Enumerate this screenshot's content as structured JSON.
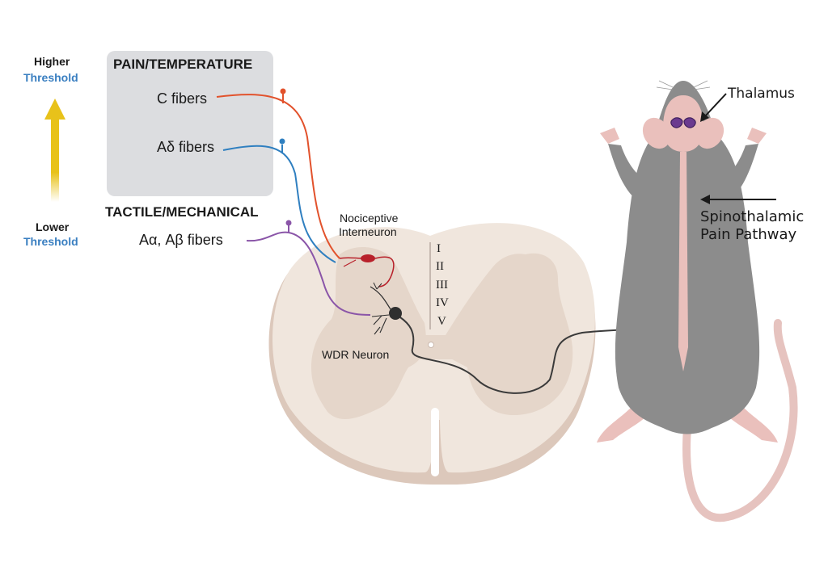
{
  "threshold": {
    "higher_label": "Higher",
    "higher_sub": "Threshold",
    "lower_label": "Lower",
    "lower_sub": "Threshold",
    "arrow_color": "#e8c21a"
  },
  "pain_panel": {
    "title": "PAIN/TEMPERATURE",
    "fibers": [
      {
        "label": "C fibers",
        "color": "#e2522c"
      },
      {
        "label": "Aδ fibers",
        "color": "#2f7fc0"
      }
    ]
  },
  "tactile": {
    "title": "TACTILE/MECHANICAL",
    "fiber": {
      "label": "Aα, Aβ fibers",
      "color": "#8a55a8"
    }
  },
  "spinal_cord": {
    "interneuron_label_line1": "Nociceptive",
    "interneuron_label_line2": "Interneuron",
    "wdr_label": "WDR Neuron",
    "laminae": [
      "I",
      "II",
      "III",
      "IV",
      "V"
    ],
    "white_matter_color": "#f0e6dd",
    "gray_matter_color": "#e5d6ca",
    "interneuron_color": "#b8202a",
    "wdr_color": "#2f2f2f"
  },
  "mouse": {
    "thalamus_label": "Thalamus",
    "pathway_label_line1": "Spinothalamic",
    "pathway_label_line2": "Pain Pathway",
    "fur_color": "#8c8c8c",
    "skin_color": "#eac0bc",
    "thalamus_color": "#6b3a8f"
  }
}
